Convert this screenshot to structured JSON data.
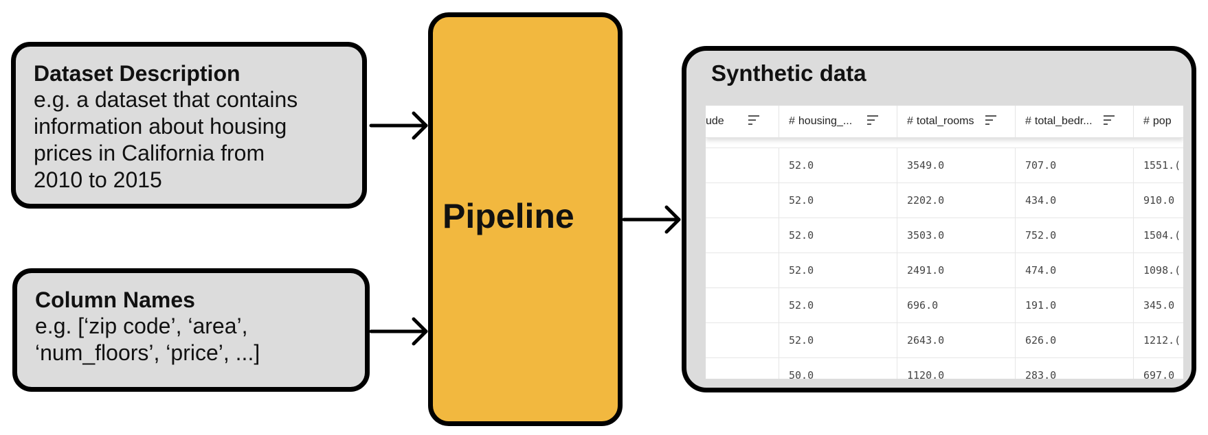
{
  "inputs": {
    "description": {
      "title": "Dataset Description",
      "text": "e.g. a dataset that contains\ninformation about housing\nprices in California from\n2010 to 2015"
    },
    "columns": {
      "title": "Column Names",
      "text": "e.g. [‘zip code’, ‘area’,\n‘num_floors’, ‘price’, ...]"
    }
  },
  "pipeline": {
    "label": "Pipeline"
  },
  "output": {
    "title": "Synthetic data",
    "table": {
      "headers": [
        {
          "prefix": "",
          "label": "ude"
        },
        {
          "prefix": "#",
          "label": "housing_..."
        },
        {
          "prefix": "#",
          "label": "total_rooms"
        },
        {
          "prefix": "#",
          "label": "total_bedr..."
        },
        {
          "prefix": "#",
          "label": "pop"
        }
      ],
      "rows": [
        [
          "",
          "52.0",
          "3549.0",
          "707.0",
          "1551.("
        ],
        [
          "",
          "52.0",
          "2202.0",
          "434.0",
          "910.0"
        ],
        [
          "",
          "52.0",
          "3503.0",
          "752.0",
          "1504.("
        ],
        [
          "",
          "52.0",
          "2491.0",
          "474.0",
          "1098.("
        ],
        [
          "",
          "52.0",
          "696.0",
          "191.0",
          "345.0"
        ],
        [
          "",
          "52.0",
          "2643.0",
          "626.0",
          "1212.("
        ],
        [
          "",
          "50.0",
          "1120.0",
          "283.0",
          "697.0"
        ]
      ]
    }
  },
  "colors": {
    "input_box_bg": "#dcdcdc",
    "pipeline_bg": "#f2b83f",
    "border": "#000000"
  },
  "icons": {
    "arrow": "arrow-right-icon",
    "sort": "sort-icon"
  }
}
